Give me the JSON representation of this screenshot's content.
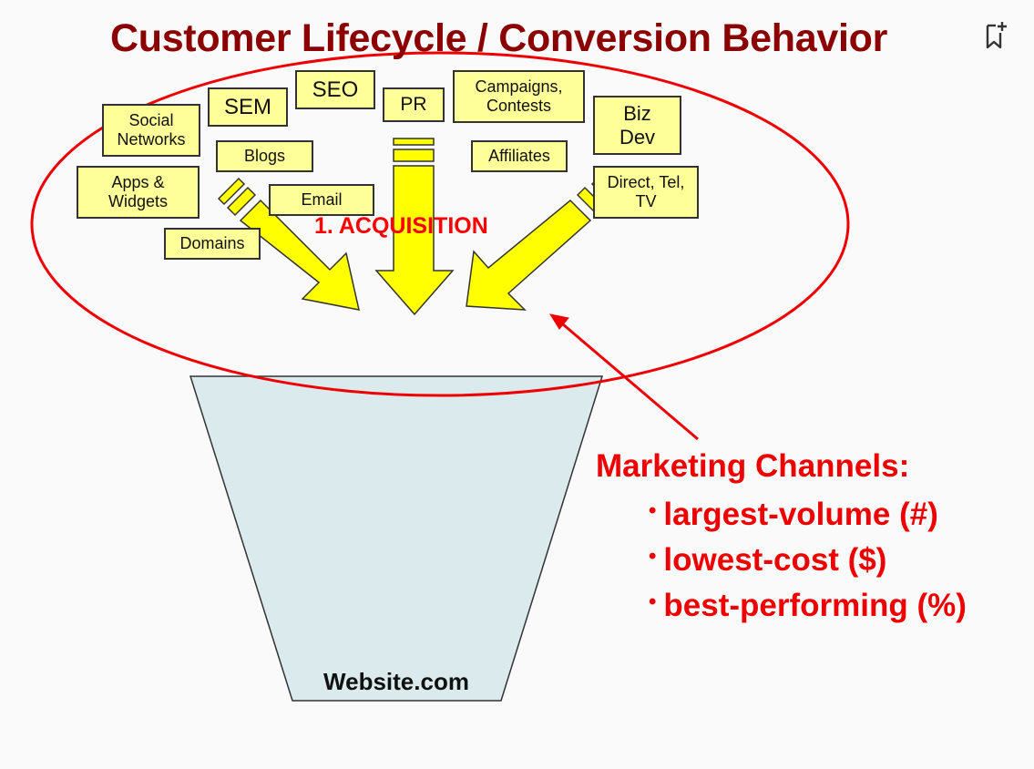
{
  "slide": {
    "title": "Customer Lifecycle / Conversion Behavior",
    "stage_label": "1. ACQUISITION",
    "funnel_label": "Website.com",
    "marketing": {
      "heading": "Marketing Channels:",
      "bullets": [
        "largest-volume (#)",
        "lowest-cost ($)",
        "best-performing (%)"
      ]
    },
    "channels": {
      "social_networks": "Social\nNetworks",
      "sem": "SEM",
      "seo": "SEO",
      "pr": "PR",
      "campaigns": "Campaigns,\nContests",
      "biz_dev": "Biz\nDev",
      "blogs": "Blogs",
      "affiliates": "Affiliates",
      "apps_widgets": "Apps &\nWidgets",
      "email": "Email",
      "direct": "Direct, Tel,\nTV",
      "domains": "Domains"
    }
  },
  "colors": {
    "title": "#8b0000",
    "accent_red": "#ee0000",
    "channel_fill": "#ffff99",
    "arrow_fill": "#ffff00",
    "funnel_fill": "#daeaed"
  },
  "icons": {
    "bookmark": "bookmark-add-icon"
  }
}
